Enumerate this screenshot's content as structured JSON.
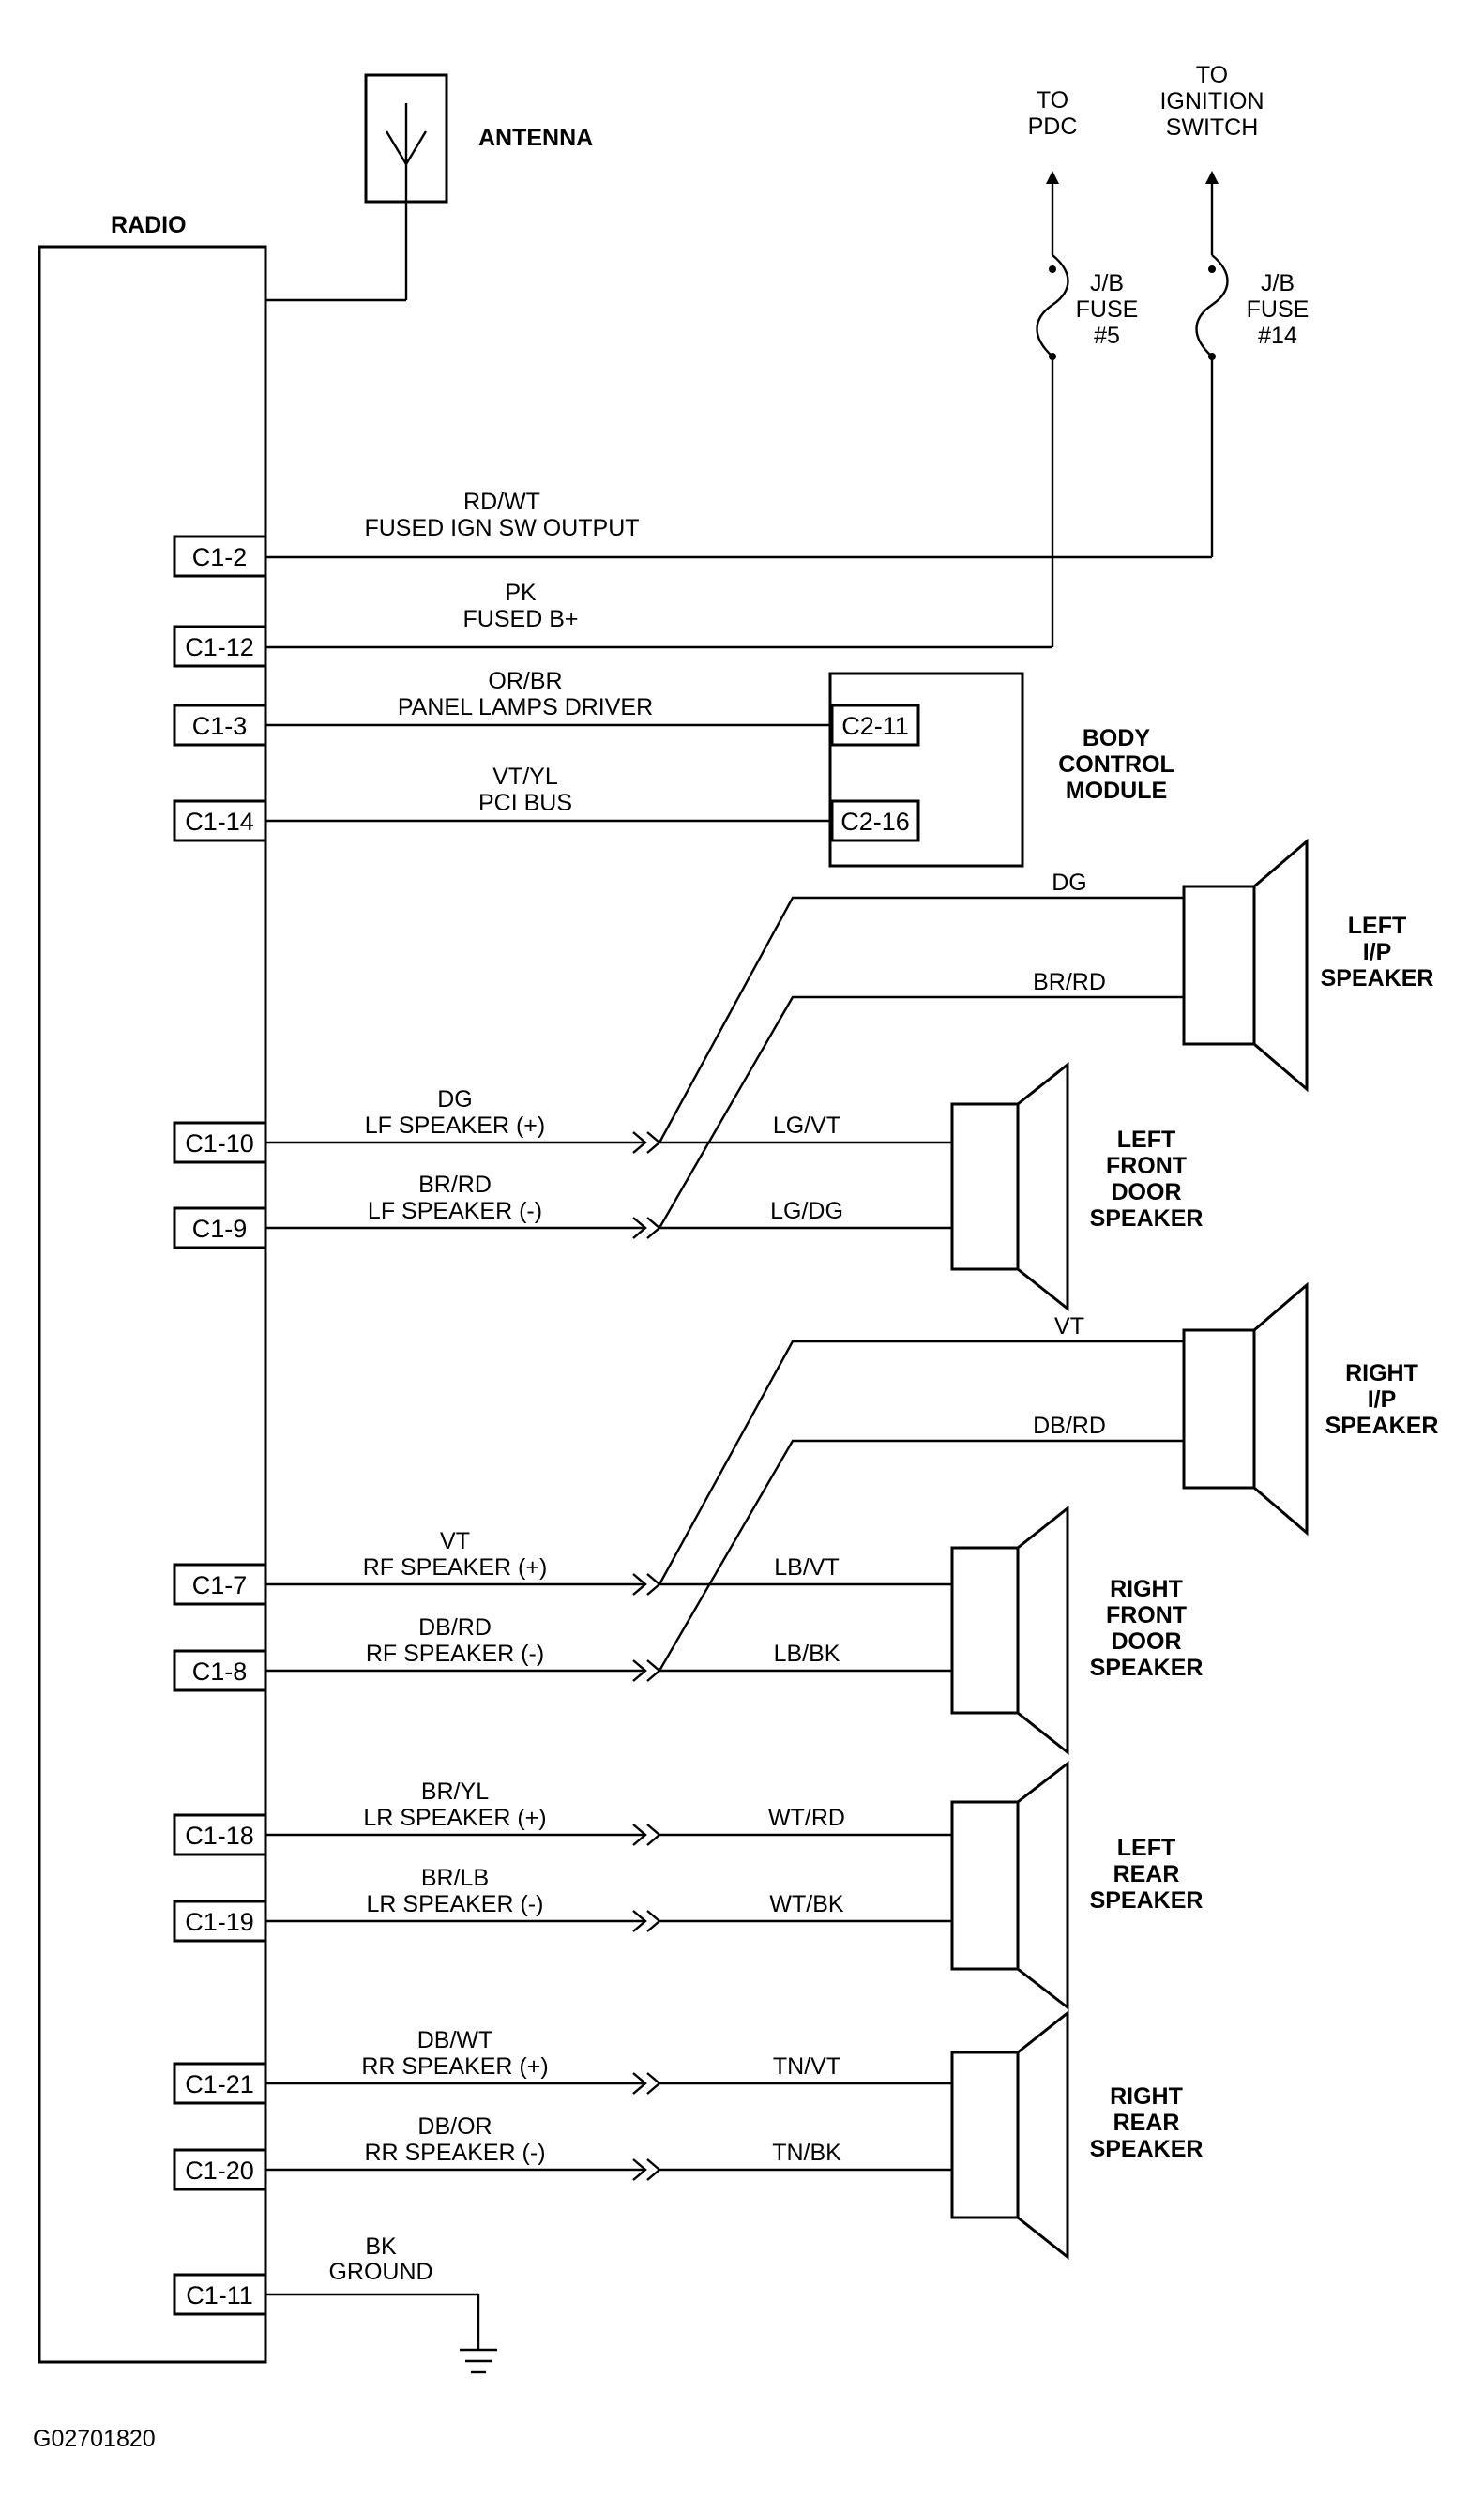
{
  "title_code": "G02701820",
  "radio": {
    "label": "RADIO"
  },
  "antenna": {
    "label": "ANTENNA"
  },
  "ground": {
    "wire_color": "BK",
    "circuit": "GROUND",
    "pin": "C1-11"
  },
  "power": [
    {
      "pin": "C1-2",
      "wire_color": "RD/WT",
      "circuit": "FUSED IGN SW OUTPUT",
      "fuse": [
        "J/B",
        "FUSE",
        "#14"
      ],
      "dest": [
        "TO",
        "IGNITION",
        "SWITCH"
      ]
    },
    {
      "pin": "C1-12",
      "wire_color": "PK",
      "circuit": "FUSED B+",
      "fuse": [
        "J/B",
        "FUSE",
        "#5"
      ],
      "dest": [
        "TO",
        "PDC"
      ]
    }
  ],
  "bcm": {
    "label": [
      "BODY",
      "CONTROL",
      "MODULE"
    ],
    "wires": [
      {
        "pin": "C1-3",
        "bcm_pin": "C2-11",
        "wire_color": "OR/BR",
        "circuit": "PANEL LAMPS DRIVER"
      },
      {
        "pin": "C1-14",
        "bcm_pin": "C2-16",
        "wire_color": "VT/YL",
        "circuit": "PCI BUS"
      }
    ]
  },
  "speaker_wires": [
    {
      "pin": "C1-10",
      "wire_color": "DG",
      "circuit": "LF SPEAKER (+)",
      "out_color": "LG/VT",
      "ip_color": "DG"
    },
    {
      "pin": "C1-9",
      "wire_color": "BR/RD",
      "circuit": "LF SPEAKER (-)",
      "out_color": "LG/DG",
      "ip_color": "BR/RD"
    },
    {
      "pin": "C1-7",
      "wire_color": "VT",
      "circuit": "RF SPEAKER (+)",
      "out_color": "LB/VT",
      "ip_color": "VT"
    },
    {
      "pin": "C1-8",
      "wire_color": "DB/RD",
      "circuit": "RF SPEAKER (-)",
      "out_color": "LB/BK",
      "ip_color": "DB/RD"
    },
    {
      "pin": "C1-18",
      "wire_color": "BR/YL",
      "circuit": "LR SPEAKER (+)",
      "out_color": "WT/RD"
    },
    {
      "pin": "C1-19",
      "wire_color": "BR/LB",
      "circuit": "LR SPEAKER (-)",
      "out_color": "WT/BK"
    },
    {
      "pin": "C1-21",
      "wire_color": "DB/WT",
      "circuit": "RR SPEAKER (+)",
      "out_color": "TN/VT"
    },
    {
      "pin": "C1-20",
      "wire_color": "DB/OR",
      "circuit": "RR SPEAKER (-)",
      "out_color": "TN/BK"
    }
  ],
  "speakers": {
    "left_ip": [
      "LEFT",
      "I/P",
      "SPEAKER"
    ],
    "left_front": [
      "LEFT",
      "FRONT",
      "DOOR",
      "SPEAKER"
    ],
    "right_ip": [
      "RIGHT",
      "I/P",
      "SPEAKER"
    ],
    "right_front": [
      "RIGHT",
      "FRONT",
      "DOOR",
      "SPEAKER"
    ],
    "left_rear": [
      "LEFT",
      "REAR",
      "SPEAKER"
    ],
    "right_rear": [
      "RIGHT",
      "REAR",
      "SPEAKER"
    ]
  }
}
